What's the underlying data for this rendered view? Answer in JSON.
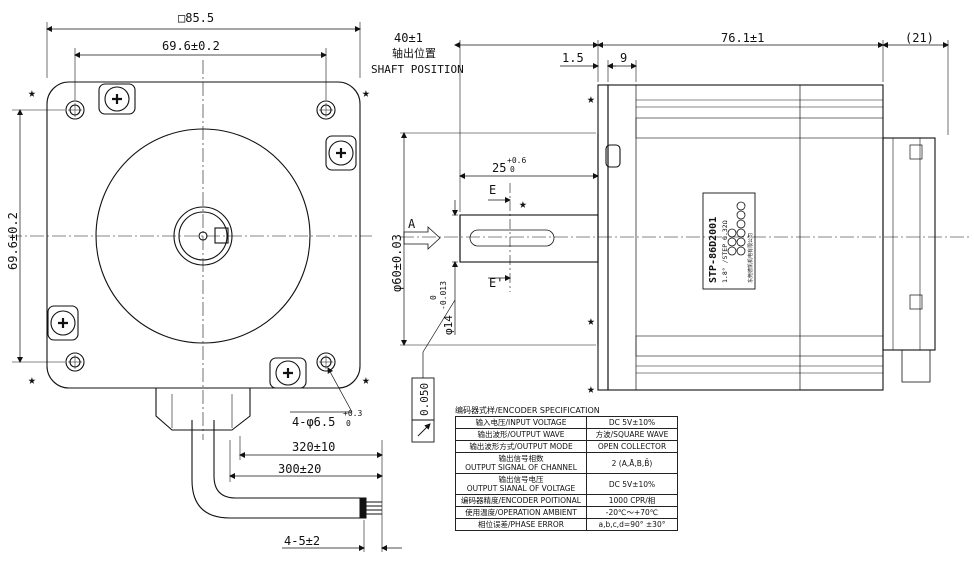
{
  "front_view": {
    "flange_size": "□85.5",
    "hole_spacing_h": "69.6±0.2",
    "hole_spacing_v": "69.6±0.2",
    "hole_callout_prefix": "4-φ6.5",
    "hole_tol_upper": "+0.3",
    "hole_tol_lower": "0",
    "cable_len_1": "320±10",
    "cable_len_2": "300±20",
    "wire_strip": "4-5±2",
    "star": "★"
  },
  "side_view": {
    "shaft_pos_value": "40±1",
    "shaft_pos_cn": "轴出位置",
    "shaft_pos_en": "SHAFT POSITION",
    "body_length": "76.1±1",
    "rear_length": "(21)",
    "dim_1_5": "1.5",
    "dim_9": "9",
    "key_length": "25",
    "key_tol_upper": "+0.6",
    "key_tol_lower": "0",
    "section_top": "E",
    "section_bottom": "E'",
    "pilot_dia": "φ60±0.03",
    "shaft_dia": "φ14",
    "shaft_tol_upper": "0",
    "shaft_tol_lower": "-0.013",
    "arrow_label": "A",
    "runout_value": "0.050",
    "label_model": "STP-86D2001",
    "label_specs": "1.8° /STEP 0.32Ω",
    "label_company": "东莞德凯机电有限公司"
  },
  "encoder": {
    "title": "编码器式样/ENCODER SPECIFICATION",
    "rows": [
      {
        "label": "输入电压/INPUT VOLTAGE",
        "value": "DC 5V±10%"
      },
      {
        "label": "输出波形/OUTPUT WAVE",
        "value": "方波/SQUARE WAVE"
      },
      {
        "label": "输出波形方式/OUTPUT MODE",
        "value": "OPEN COLLECTOR"
      },
      {
        "label": "输出信号相数\nOUTPUT SIGNAL OF CHANNEL",
        "value": "2 (A,Ā,B,B̄)"
      },
      {
        "label": "输出信号电压\nOUTPUT SIANAL OF VOLTAGE",
        "value": "DC 5V±10%"
      },
      {
        "label": "编码器精度/ENCODER POITIONAL",
        "value": "1000 CPR/相"
      },
      {
        "label": "使用温度/OPERATION AMBIENT",
        "value": "-20℃～+70℃"
      },
      {
        "label": "相位误差/PHASE ERROR",
        "value": "a,b,c,d=90° ±30°"
      }
    ]
  }
}
